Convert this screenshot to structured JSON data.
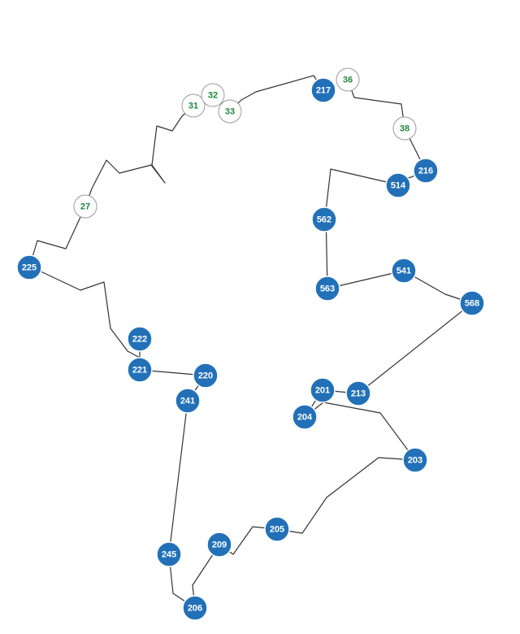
{
  "colors": {
    "blue_fill": "#2271b8",
    "green_text": "#1f8a3c",
    "route_line": "#333333"
  },
  "markers": [
    {
      "id": "36",
      "style": "green"
    },
    {
      "id": "217",
      "style": "blue"
    },
    {
      "id": "38",
      "style": "green"
    },
    {
      "id": "216",
      "style": "blue"
    },
    {
      "id": "514",
      "style": "blue"
    },
    {
      "id": "562",
      "style": "blue"
    },
    {
      "id": "563",
      "style": "blue"
    },
    {
      "id": "541",
      "style": "blue"
    },
    {
      "id": "568",
      "style": "blue"
    },
    {
      "id": "213",
      "style": "blue"
    },
    {
      "id": "201",
      "style": "blue"
    },
    {
      "id": "204",
      "style": "blue"
    },
    {
      "id": "203",
      "style": "blue"
    },
    {
      "id": "205",
      "style": "blue"
    },
    {
      "id": "209",
      "style": "blue"
    },
    {
      "id": "206",
      "style": "blue"
    },
    {
      "id": "245",
      "style": "blue"
    },
    {
      "id": "241",
      "style": "blue"
    },
    {
      "id": "220",
      "style": "blue"
    },
    {
      "id": "221",
      "style": "blue"
    },
    {
      "id": "222",
      "style": "blue"
    },
    {
      "id": "225",
      "style": "blue"
    },
    {
      "id": "27",
      "style": "green"
    },
    {
      "id": "31",
      "style": "green"
    },
    {
      "id": "32",
      "style": "green"
    },
    {
      "id": "33",
      "style": "green"
    }
  ]
}
